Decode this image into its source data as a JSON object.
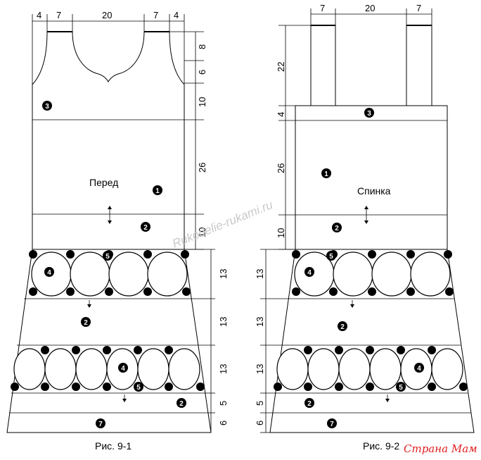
{
  "figure_left": {
    "caption": "Рис. 9-1",
    "part_label": "Перед",
    "top_dims": [
      "4",
      "7",
      "20",
      "7",
      "4"
    ],
    "side_dims": [
      "8",
      "6",
      "10",
      "26",
      "10"
    ],
    "skirt_dims": [
      "13",
      "13",
      "13",
      "5",
      "6"
    ],
    "badges": [
      "3",
      "1",
      "2",
      "5",
      "4",
      "2",
      "4",
      "5",
      "2",
      "7"
    ]
  },
  "figure_right": {
    "caption": "Рис. 9-2",
    "part_label": "Спинка",
    "top_dims": [
      "7",
      "20",
      "7"
    ],
    "side_dims": [
      "22",
      "4",
      "26",
      "10"
    ],
    "skirt_dims": [
      "13",
      "13",
      "13",
      "5",
      "6"
    ],
    "badges": [
      "3",
      "1",
      "2",
      "5",
      "4",
      "2",
      "4",
      "5",
      "2",
      "7"
    ]
  },
  "watermark": "Rukodelie-rukami.ru",
  "site_logo": "Страна Мам",
  "colors": {
    "line": "#000000",
    "watermark": "#c9c9c9",
    "logo": "#e02020"
  }
}
